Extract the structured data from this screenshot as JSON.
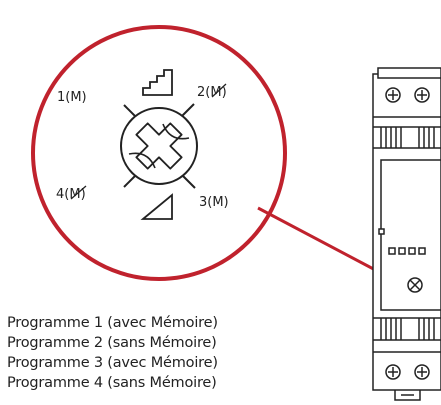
{
  "dial": {
    "labels": {
      "top_left": "1(M)",
      "top_right_num": "2(",
      "top_right_m": "M",
      "top_right_close": ")",
      "bottom_left_num": "4(",
      "bottom_left_m": "M",
      "bottom_left_close": ")",
      "bottom_right": "3(M)"
    },
    "icons": [
      "stairs-icon",
      "ramp-icon",
      "rotary-selector-icon"
    ]
  },
  "programs": [
    "Programme 1 (avec Mémoire)",
    "Programme 2 (sans Mémoire)",
    "Programme 3 (avec Mémoire)",
    "Programme 4 (sans Mémoire)"
  ],
  "colors": {
    "accent_red": "#c0222d",
    "line": "#222222",
    "device_fill": "#ffffff"
  }
}
